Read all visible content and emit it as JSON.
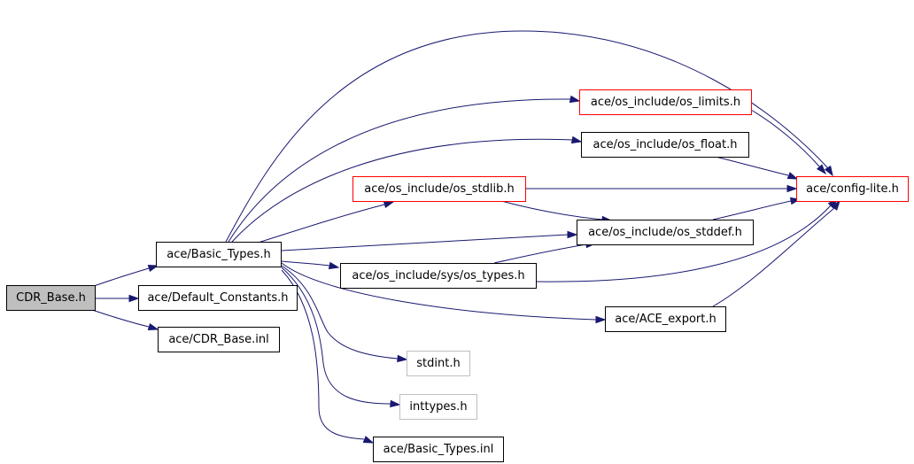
{
  "graph": {
    "edge_color": "#191970",
    "nodes": {
      "cdr_base_h": {
        "label": "CDR_Base.h",
        "fill": "#bfbfbf",
        "border": "#000000"
      },
      "basic_types_h": {
        "label": "ace/Basic_Types.h",
        "border": "#000000"
      },
      "default_constants_h": {
        "label": "ace/Default_Constants.h",
        "border": "#000000"
      },
      "cdr_base_inl": {
        "label": "ace/CDR_Base.inl",
        "border": "#000000"
      },
      "os_limits_h": {
        "label": "ace/os_include/os_limits.h",
        "border": "#ff0000"
      },
      "os_float_h": {
        "label": "ace/os_include/os_float.h",
        "border": "#000000"
      },
      "os_stdlib_h": {
        "label": "ace/os_include/os_stdlib.h",
        "border": "#ff0000"
      },
      "os_stddef_h": {
        "label": "ace/os_include/os_stddef.h",
        "border": "#000000"
      },
      "os_types_h": {
        "label": "ace/os_include/sys/os_types.h",
        "border": "#000000"
      },
      "ace_export_h": {
        "label": "ace/ACE_export.h",
        "border": "#000000"
      },
      "stdint_h": {
        "label": "stdint.h",
        "border": "#bfbfbf"
      },
      "inttypes_h": {
        "label": "inttypes.h",
        "border": "#bfbfbf"
      },
      "basic_types_inl": {
        "label": "ace/Basic_Types.inl",
        "border": "#000000"
      },
      "config_lite_h": {
        "label": "ace/config-lite.h",
        "border": "#ff0000"
      }
    },
    "edges": [
      [
        "cdr_base_h",
        "basic_types_h"
      ],
      [
        "cdr_base_h",
        "default_constants_h"
      ],
      [
        "cdr_base_h",
        "cdr_base_inl"
      ],
      [
        "basic_types_h",
        "config_lite_h"
      ],
      [
        "basic_types_h",
        "os_limits_h"
      ],
      [
        "basic_types_h",
        "os_float_h"
      ],
      [
        "basic_types_h",
        "os_stdlib_h"
      ],
      [
        "basic_types_h",
        "os_stddef_h"
      ],
      [
        "basic_types_h",
        "os_types_h"
      ],
      [
        "basic_types_h",
        "ace_export_h"
      ],
      [
        "basic_types_h",
        "stdint_h"
      ],
      [
        "basic_types_h",
        "inttypes_h"
      ],
      [
        "basic_types_h",
        "basic_types_inl"
      ],
      [
        "os_limits_h",
        "config_lite_h"
      ],
      [
        "os_float_h",
        "config_lite_h"
      ],
      [
        "os_stdlib_h",
        "config_lite_h"
      ],
      [
        "os_stdlib_h",
        "os_stddef_h"
      ],
      [
        "os_stddef_h",
        "config_lite_h"
      ],
      [
        "os_types_h",
        "os_stddef_h"
      ],
      [
        "os_types_h",
        "config_lite_h"
      ],
      [
        "ace_export_h",
        "config_lite_h"
      ]
    ]
  }
}
